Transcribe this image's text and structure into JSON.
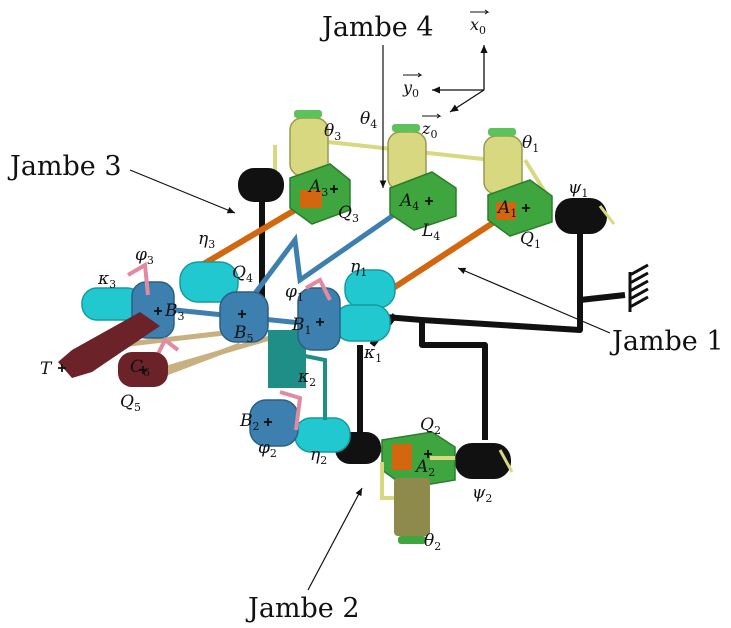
{
  "legs": {
    "leg1": "Jambe 1",
    "leg2": "Jambe 2",
    "leg3": "Jambe 3",
    "leg4": "Jambe 4"
  },
  "axes": {
    "x0": "x",
    "y0": "y",
    "z0": "z",
    "index": "0"
  },
  "symbols": {
    "theta": "θ",
    "eta": "η",
    "phi": "φ",
    "kappa": "κ",
    "psi": "ψ",
    "A": "A",
    "B": "B",
    "Q": "Q",
    "L": "L",
    "C": "C",
    "T": "T",
    "i1": "1",
    "i2": "2",
    "i3": "3",
    "i4": "4",
    "i5": "5",
    "i6": "6"
  },
  "colors": {
    "frame": "#111111",
    "green": "#3fa63f",
    "yellow": "#d8d880",
    "cyan": "#22c8d0",
    "blue": "#3d7fae",
    "orange": "#d2670f",
    "teal": "#1f8e86",
    "olive": "#8d8a4c",
    "maroon": "#6b2228",
    "pink": "#e28aa0",
    "tan": "#c8b081"
  }
}
